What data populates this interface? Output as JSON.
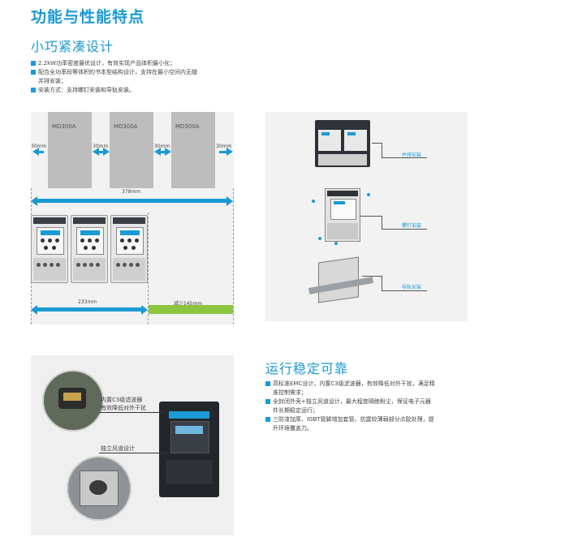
{
  "title": "功能与性能特点",
  "section1": {
    "title": "小巧紧凑设计",
    "bullets": [
      "2.2kW功率密度最优设计，有效实现产品体积最小化；",
      "配合全功率段等体积的书本型结构设计，支持在最小空间内无缝",
      "并排安装；",
      "安装方式：支持螺钉安装和导轨安装。"
    ]
  },
  "diagram": {
    "model": "MD300A",
    "gap": "30mm",
    "total_width": "378mm",
    "compact_width": "233mm",
    "reduction": "减少145mm"
  },
  "install_panel": {
    "side_by_side": "并排安装",
    "screw": "螺钉安装",
    "rail": "导轨安装"
  },
  "section2": {
    "title": "运行稳定可靠",
    "bullets": [
      "高标准EMC设计，内置C3级滤波器，有效降低对外干扰，满足精",
      "准控制需求；",
      "全封闭外壳+独立风道设计，最大程度隔绝粉尘，保证电子元器",
      "件长期稳定运行；",
      "三防漆加厚、IGBT管脚增加套管、抗震较薄弱部分点胶处理，提",
      "升环境覆盖力。"
    ]
  },
  "photo_labels": {
    "filter_line1": "内置C3级滤波器",
    "filter_line2": "有效降低对外干扰",
    "airflow": "独立风道设计"
  },
  "colors": {
    "accent": "#1a9ad6",
    "green": "#8cc63f",
    "box_gray": "#bdbdbd"
  }
}
